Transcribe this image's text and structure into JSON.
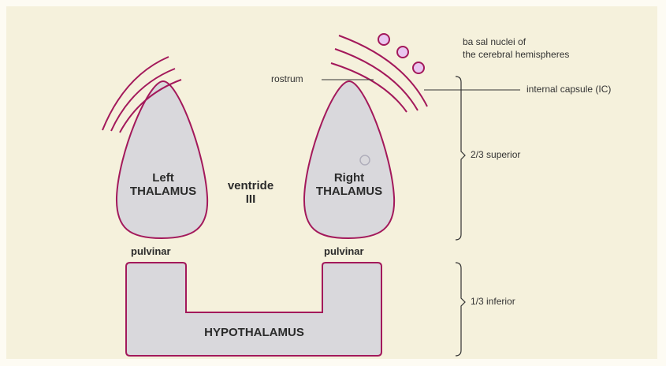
{
  "labels": {
    "left_thalamus": [
      "Left",
      "THALAMUS"
    ],
    "right_thalamus": [
      "Right",
      "THALAMUS"
    ],
    "ventricle": [
      "ventride",
      "III"
    ],
    "pulvinar_left": "pulvinar",
    "pulvinar_right": "pulvinar",
    "hypothalamus": "HYPOTHALAMUS",
    "rostrum": "rostrum",
    "basal_nuclei": [
      "ba sal nuclei of",
      "the cerebral hemispheres"
    ],
    "internal_capsule": "internal capsule (IC)",
    "superior": "2/3 superior",
    "inferior": "1/3 inferior"
  },
  "colors": {
    "background": "#f5f1dc",
    "structure_fill": "#d9d8dc",
    "outline": "#a3195b",
    "nuclei_fill": "#e9c7f0",
    "nuclei_stroke": "#a3195b",
    "leader_line": "#333333"
  }
}
